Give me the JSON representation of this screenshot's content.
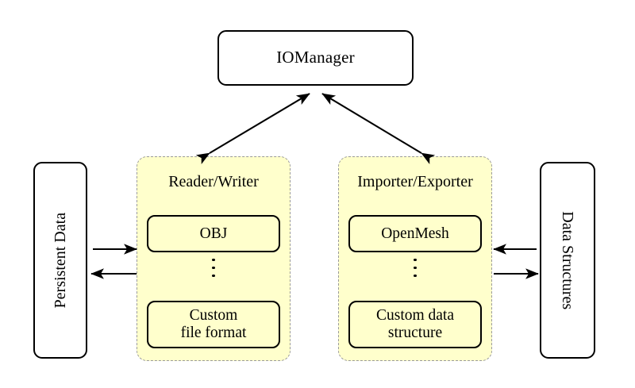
{
  "diagram": {
    "title_box": {
      "label": "IOManager"
    },
    "left_box": {
      "label": "Persistent Data"
    },
    "right_box": {
      "label": "Data Structures"
    },
    "panels": [
      {
        "id": "reader-writer",
        "title": "Reader/Writer",
        "items": [
          {
            "label": "OBJ"
          },
          {
            "label": "Custom\nfile format",
            "line1": "Custom",
            "line2": "file format"
          }
        ],
        "ellipsis": "⋮",
        "fill_color": "#FFFFCC",
        "border_color": "#9A9A9A"
      },
      {
        "id": "importer-exporter",
        "title": "Importer/Exporter",
        "items": [
          {
            "label": "OpenMesh"
          },
          {
            "label": "Custom data\nstructure",
            "line1": "Custom data",
            "line2": "structure"
          }
        ],
        "ellipsis": "⋮",
        "fill_color": "#FFFFCC",
        "border_color": "#9A9A9A"
      }
    ],
    "connections": [
      {
        "name": "iomanager-to-reader-writer",
        "style": "double-headed",
        "from": "IOManager",
        "to": "Reader/Writer"
      },
      {
        "name": "iomanager-to-importer-exporter",
        "style": "double-headed",
        "from": "IOManager",
        "to": "Importer/Exporter"
      },
      {
        "name": "persistent-data-to-reader-writer",
        "style": "single-headed",
        "direction": "right",
        "from": "Persistent Data",
        "to": "Reader/Writer"
      },
      {
        "name": "reader-writer-to-persistent-data",
        "style": "single-headed",
        "direction": "left",
        "from": "Reader/Writer",
        "to": "Persistent Data"
      },
      {
        "name": "data-structures-to-importer-exporter",
        "style": "single-headed",
        "direction": "left",
        "from": "Data Structures",
        "to": "Importer/Exporter"
      },
      {
        "name": "importer-exporter-to-data-structures",
        "style": "single-headed",
        "direction": "right",
        "from": "Importer/Exporter",
        "to": "Data Structures"
      }
    ],
    "colors": {
      "background": "#FFFFFF",
      "stroke": "#000000",
      "panel_fill": "#FFFFCC",
      "panel_border": "#9A9A9A"
    }
  }
}
